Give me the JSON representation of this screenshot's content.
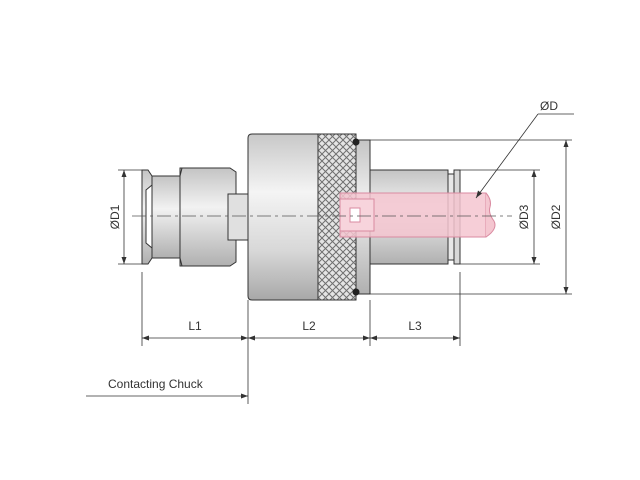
{
  "labels": {
    "d": "ØD",
    "d1": "ØD1",
    "d2": "ØD2",
    "d3": "ØD3",
    "l1": "L1",
    "l2": "L2",
    "l3": "L3",
    "contacting_chuck": "Contacting Chuck"
  },
  "colors": {
    "line": "#333333",
    "body": "#dcdcdc",
    "body_dark": "#b5b5b5",
    "tool": "#f4c6d0",
    "tool_edge": "#d98aa0",
    "knurl": "#777777"
  }
}
